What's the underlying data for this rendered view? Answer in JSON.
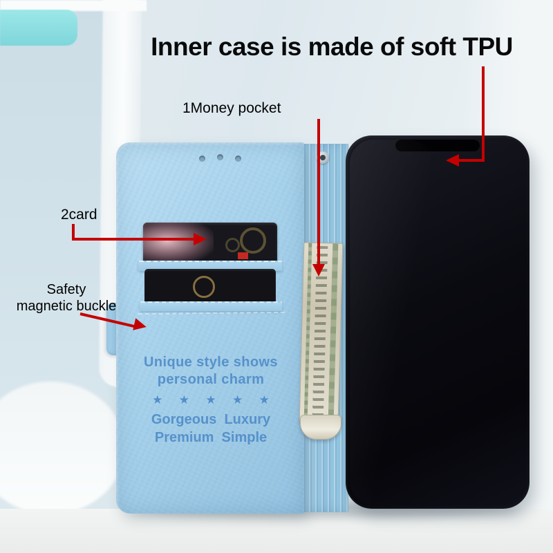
{
  "title": "Inner case is made of soft TPU",
  "annotations": {
    "money_pocket": "1Money pocket",
    "card": "2card",
    "buckle_line1": "Safety",
    "buckle_line2": "magnetic buckle"
  },
  "case_print": {
    "slogan_line1": "Unique style shows",
    "slogan_line2": "personal charm",
    "stars": "★ ★ ★ ★ ★",
    "words_line1": "Gorgeous  Luxury",
    "words_line2": "Premium  Simple"
  },
  "colors": {
    "annotation_red": "#c50000",
    "case_blue": "#a7d2ec",
    "case_print_blue": "#4a88c6",
    "phone_screen": "#0a0a11"
  }
}
